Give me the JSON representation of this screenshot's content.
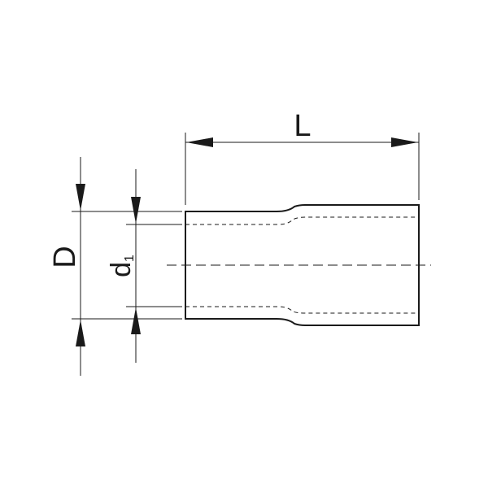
{
  "diagram": {
    "labels": {
      "length": "L",
      "outer_diameter": "D",
      "inner_diameter_base": "d",
      "inner_diameter_sub": "1"
    },
    "colors": {
      "line": "#1a1a1a",
      "background": "#ffffff"
    }
  }
}
